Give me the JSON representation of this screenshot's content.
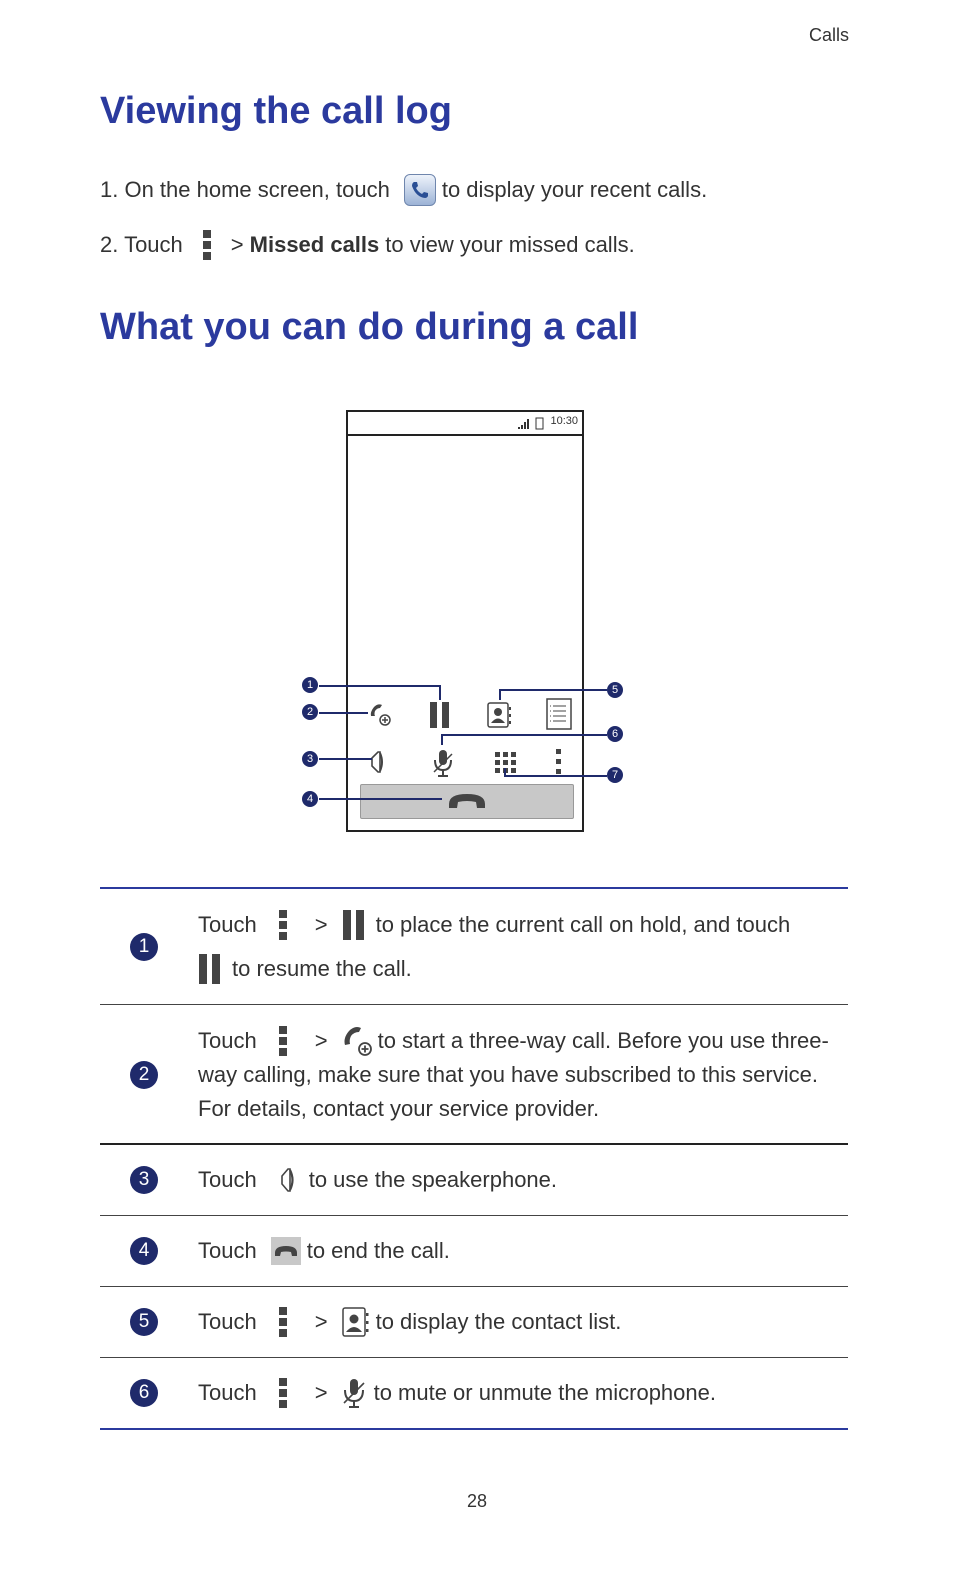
{
  "header": {
    "section": "Calls"
  },
  "call_log": {
    "heading": "Viewing the call log",
    "step1_prefix": "1. On the home screen, touch",
    "step1_suffix": "to display your recent calls.",
    "step2_prefix": "2. Touch",
    "step2_gt": ">",
    "step2_bold": "Missed calls",
    "step2_suffix": "to view your missed calls."
  },
  "during_call": {
    "heading": "What you can do during a call",
    "figure": {
      "status_time": "10:30",
      "callouts": [
        "1",
        "2",
        "3",
        "4",
        "5",
        "6",
        "7"
      ]
    },
    "rows": [
      {
        "num": "1",
        "touch": "Touch",
        "gt": ">",
        "text_a": "to place the current call on hold, and touch",
        "text_b": "to resume the call."
      },
      {
        "num": "2",
        "touch": "Touch",
        "gt": ">",
        "text_a": "to start a three-way call. Before you use three-",
        "text_b": "way calling, make sure that you have subscribed to this service.",
        "text_c": "For details, contact your service provider."
      },
      {
        "num": "3",
        "touch": "Touch",
        "text_a": "to use the speakerphone."
      },
      {
        "num": "4",
        "touch": "Touch",
        "text_a": "to end the call."
      },
      {
        "num": "5",
        "touch": "Touch",
        "gt": ">",
        "text_a": "to display the contact list."
      },
      {
        "num": "6",
        "touch": "Touch",
        "gt": ">",
        "text_a": "to mute or unmute the microphone."
      }
    ]
  },
  "footer": {
    "page_number": "28"
  },
  "colors": {
    "heading": "#2b3a9e",
    "badge": "#1f2a6b",
    "rule": "#2b3a9e"
  }
}
